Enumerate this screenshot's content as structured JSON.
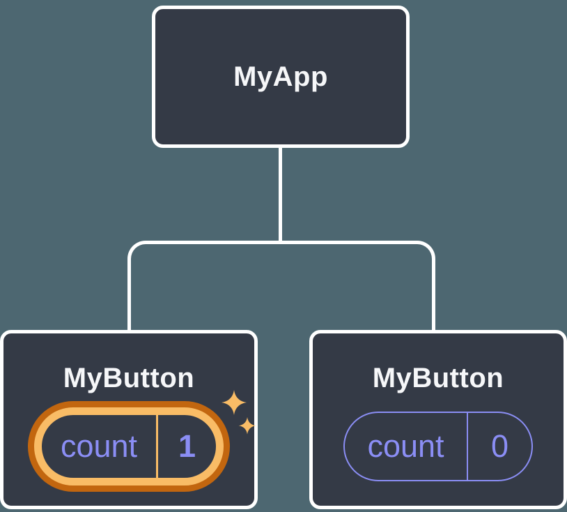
{
  "diagram": {
    "description": "Component tree with state",
    "root": {
      "label": "MyApp"
    },
    "children": [
      {
        "label": "MyButton",
        "state": {
          "name": "count",
          "value": "1",
          "highlighted": true
        }
      },
      {
        "label": "MyButton",
        "state": {
          "name": "count",
          "value": "0",
          "highlighted": false
        }
      }
    ]
  },
  "icons": {
    "sparkles": "sparkles-icon"
  },
  "colors": {
    "bg": "#4d6771",
    "node_fill": "#343a46",
    "node_border": "#ffffff",
    "title_text": "#f6f7f9",
    "state_accent": "#8b8ef5",
    "highlight_outer": "#c2660f",
    "highlight_inner": "#f9bc66",
    "sparkle": "#f9bc66"
  }
}
